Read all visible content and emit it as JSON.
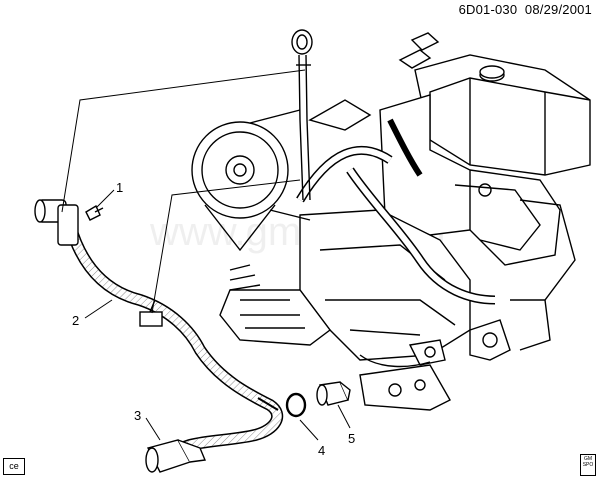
{
  "header": {
    "ref": "6D01-030",
    "date": "08/29/2001"
  },
  "footer": {
    "code": "ce",
    "badge_line1": "GM",
    "badge_line2": "SPO"
  },
  "callouts": [
    "1",
    "2",
    "3",
    "4",
    "5"
  ],
  "watermark": "www.gmsk-aa.ru",
  "colors": {
    "ink": "#000000",
    "paper": "#ffffff"
  }
}
